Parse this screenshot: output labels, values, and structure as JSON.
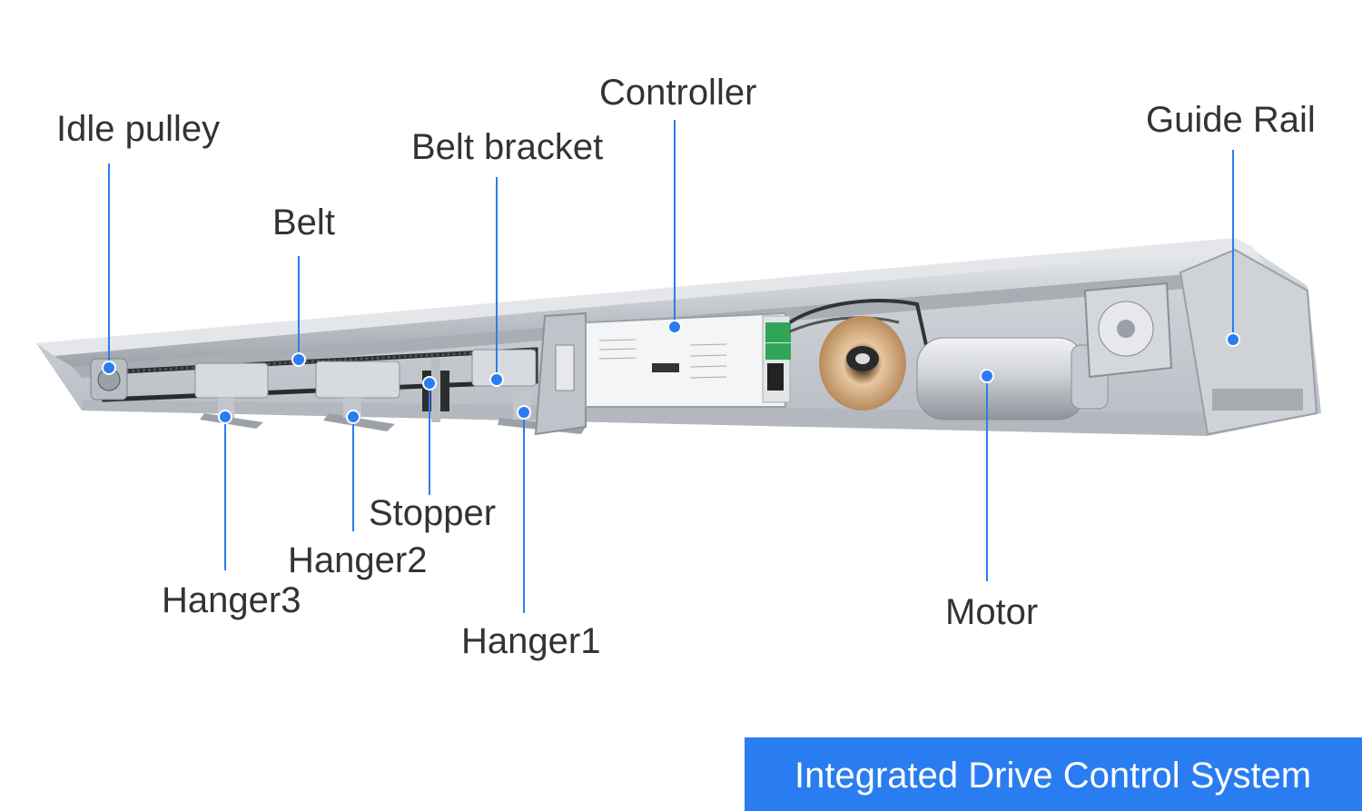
{
  "labels": {
    "idle_pulley": "Idle pulley",
    "belt": "Belt",
    "belt_bracket": "Belt bracket",
    "controller": "Controller",
    "guide_rail": "Guide Rail",
    "stopper": "Stopper",
    "hanger2": "Hanger2",
    "hanger3": "Hanger3",
    "hanger1": "Hanger1",
    "motor": "Motor"
  },
  "caption": "Integrated Drive Control System",
  "colors": {
    "accent": "#2a7df0",
    "label_text": "#333333",
    "leader": "#2a7df0",
    "aluminum": "#c9ccd1",
    "background": "#ffffff"
  }
}
